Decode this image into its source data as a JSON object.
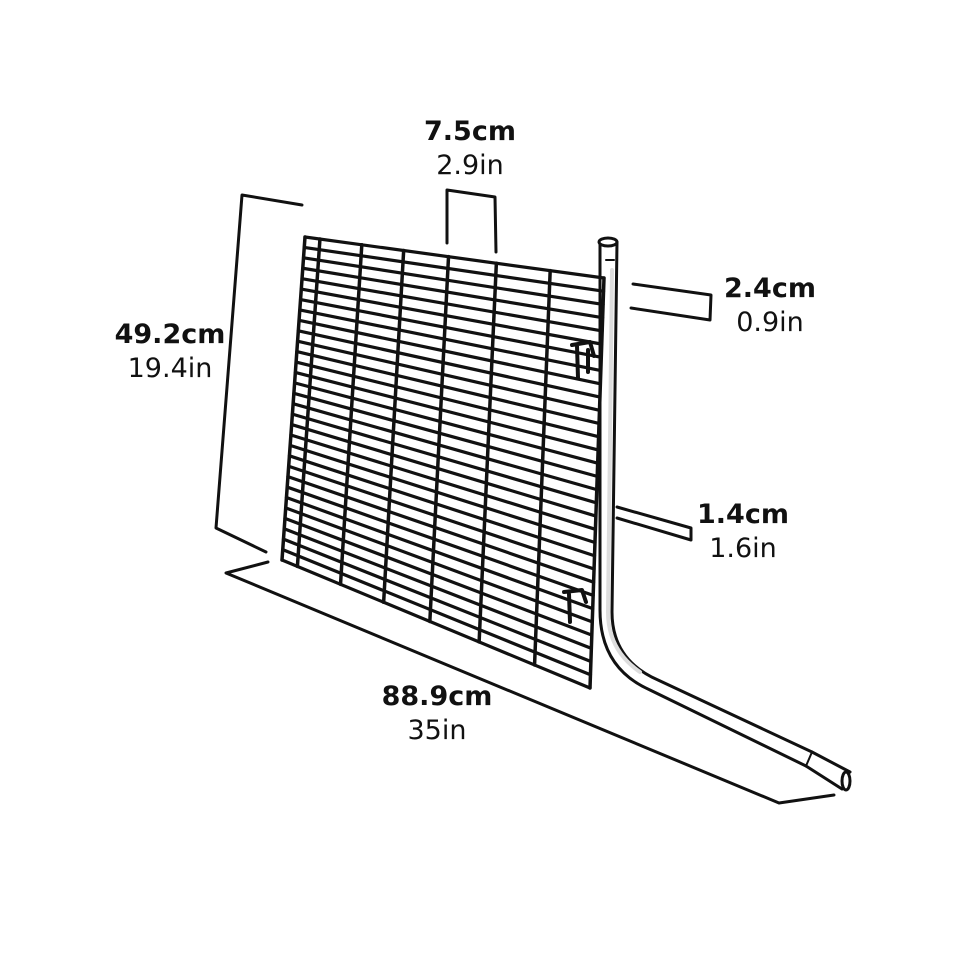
{
  "diagram": {
    "subject": "wire-mesh-panel-with-post",
    "stroke_color": "#111111",
    "background": "#ffffff",
    "grid": {
      "horizontal_bars": 32,
      "vertical_bars": 7
    }
  },
  "dimensions": {
    "bar_spacing": {
      "cm": "7.5cm",
      "in": "2.9in"
    },
    "post_diameter": {
      "cm": "2.4cm",
      "in": "0.9in"
    },
    "bar_gap": {
      "cm": "1.4cm",
      "in": "1.6in"
    },
    "height": {
      "cm": "49.2cm",
      "in": "19.4in"
    },
    "length": {
      "cm": "88.9cm",
      "in": "35in"
    }
  }
}
